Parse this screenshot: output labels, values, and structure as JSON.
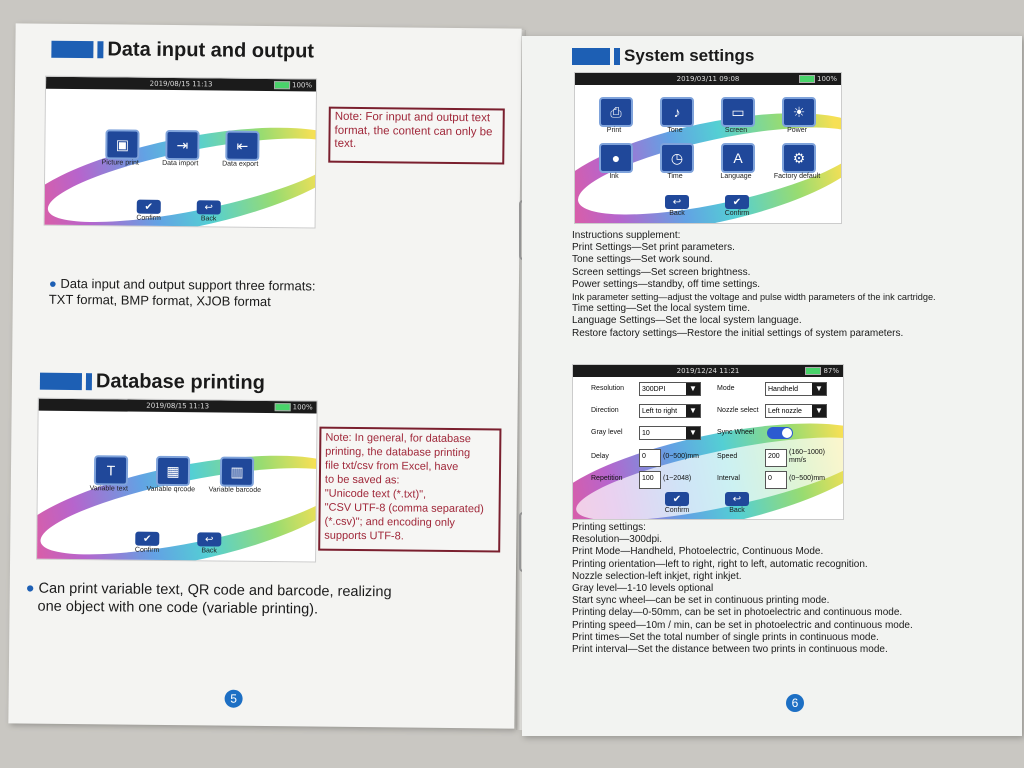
{
  "left_page": {
    "section1": {
      "title": "Data input and output",
      "screen": {
        "status_time": "2019/08/15 11:13",
        "battery": "100%",
        "icons": [
          {
            "label": "Picture print",
            "icon": "picture-icon"
          },
          {
            "label": "Data import",
            "icon": "import-icon"
          },
          {
            "label": "Data export",
            "icon": "export-icon"
          }
        ],
        "confirm_label": "Confirm",
        "back_label": "Back"
      },
      "note": "Note: For input and output text format, the content can only be text.",
      "bullet": "Data input and output support three formats:",
      "bullet_line2": "TXT format, BMP format, XJOB format"
    },
    "section2": {
      "title": "Database printing",
      "screen": {
        "status_time": "2019/08/15 11:13",
        "battery": "100%",
        "icons": [
          {
            "label": "Variable text",
            "icon": "variable-text-icon"
          },
          {
            "label": "Variable qrcode",
            "icon": "qrcode-icon"
          },
          {
            "label": "Variable barcode",
            "icon": "barcode-icon"
          }
        ],
        "confirm_label": "Confirm",
        "back_label": "Back"
      },
      "note_lines": [
        "Note: In general, for database",
        "printing, the database printing",
        "file txt/csv from Excel, have",
        "to be saved as:",
        "\"Unicode text (*.txt)\",",
        "\"CSV UTF-8 (comma separated)",
        "(*.csv)\"; and encoding only",
        "supports UTF-8."
      ],
      "bullet": "Can print variable text, QR code and barcode, realizing",
      "bullet_line2": "one object with one code (variable printing)."
    },
    "page_number": "5"
  },
  "right_page": {
    "section1": {
      "title": "System settings",
      "screen": {
        "status_time": "2019/03/11 09:08",
        "battery": "100%",
        "icons": [
          {
            "label": "Print",
            "icon": "printer-icon"
          },
          {
            "label": "Tone",
            "icon": "speaker-icon"
          },
          {
            "label": "Screen",
            "icon": "screen-icon"
          },
          {
            "label": "Power",
            "icon": "lightbulb-icon"
          },
          {
            "label": "Ink",
            "icon": "ink-drop-icon"
          },
          {
            "label": "Time",
            "icon": "clock-icon"
          },
          {
            "label": "Language",
            "icon": "language-icon"
          },
          {
            "label": "Factory default",
            "icon": "gear-icon"
          }
        ],
        "back_label": "Back",
        "confirm_label": "Confirm"
      },
      "instructions": [
        "Instructions supplement:",
        "Print Settings—Set print parameters.",
        "Tone settings—Set work sound.",
        "Screen settings—Set screen brightness.",
        "Power settings—standby, off time settings.",
        "Ink parameter setting—adjust the voltage and pulse width parameters of the ink cartridge.",
        "Time setting—Set the local system time.",
        "Language Settings—Set the local system language.",
        "Restore factory settings—Restore the initial settings of system parameters."
      ]
    },
    "section2": {
      "screen": {
        "status_time": "2019/12/24 11:21",
        "battery": "87%",
        "resolution_label": "Resolution",
        "resolution_value": "300DPI",
        "mode_label": "Mode",
        "mode_value": "Handheld",
        "direction_label": "Direction",
        "direction_value": "Left to right",
        "nozzle_label": "Nozzle select",
        "nozzle_value": "Left nozzle",
        "gray_label": "Gray level",
        "gray_value": "10",
        "sync_label": "Sync Wheel",
        "delay_label": "Delay",
        "delay_value": "0",
        "delay_range": "(0~500)mm",
        "speed_label": "Speed",
        "speed_value": "200",
        "speed_range": "(160~1000) mm/s",
        "repetition_label": "Repetition",
        "repetition_value": "100",
        "repetition_range": "(1~2048)",
        "interval_label": "Interval",
        "interval_value": "0",
        "interval_range": "(0~500)mm",
        "confirm_label": "Confirm",
        "back_label": "Back"
      },
      "settings": [
        "Printing settings:",
        "Resolution—300dpi.",
        "Print Mode—Handheld, Photoelectric, Continuous Mode.",
        "Printing orientation—left to right, right to left, automatic recognition.",
        "Nozzle selection-left inkjet, right inkjet.",
        "Gray level—1-10 levels optional",
        "Start sync wheel—can be set in continuous printing mode.",
        "Printing delay—0-50mm, can be set in photoelectric and continuous mode.",
        "Printing speed—10m / min, can be set in photoelectric and continuous mode.",
        "Print times—Set the total number of single prints in continuous mode.",
        "Print interval—Set the distance between two prints in continuous mode."
      ]
    },
    "page_number": "6"
  },
  "colors": {
    "accent_blue": "#1d5fb4",
    "note_red": "#a0283a",
    "icon_blue": "#20489a"
  }
}
